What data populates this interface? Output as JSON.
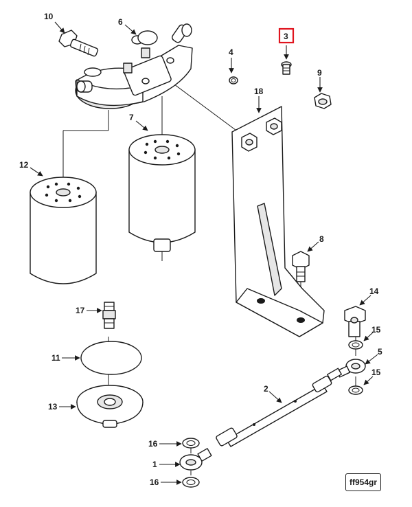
{
  "diagram": {
    "reference_code": "ff954gr",
    "highlighted_callout": "3",
    "highlight_color": "#e0141e",
    "callouts": [
      {
        "id": "c10",
        "label": "10"
      },
      {
        "id": "c6",
        "label": "6"
      },
      {
        "id": "c4",
        "label": "4"
      },
      {
        "id": "c3",
        "label": "3"
      },
      {
        "id": "c9",
        "label": "9"
      },
      {
        "id": "c18",
        "label": "18"
      },
      {
        "id": "c7",
        "label": "7"
      },
      {
        "id": "c12",
        "label": "12"
      },
      {
        "id": "c8",
        "label": "8"
      },
      {
        "id": "c14",
        "label": "14"
      },
      {
        "id": "c17",
        "label": "17"
      },
      {
        "id": "c15a",
        "label": "15"
      },
      {
        "id": "c11",
        "label": "11"
      },
      {
        "id": "c5",
        "label": "5"
      },
      {
        "id": "c15b",
        "label": "15"
      },
      {
        "id": "c13",
        "label": "13"
      },
      {
        "id": "c2",
        "label": "2"
      },
      {
        "id": "c16a",
        "label": "16"
      },
      {
        "id": "c1",
        "label": "1"
      },
      {
        "id": "c16b",
        "label": "16"
      }
    ]
  }
}
